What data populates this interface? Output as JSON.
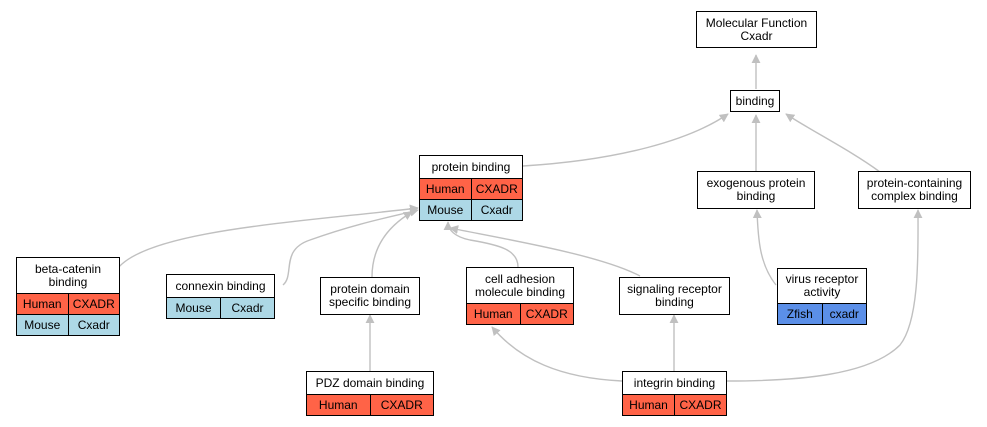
{
  "colors": {
    "human": "#ff6347",
    "mouse": "#add8e6",
    "zfish": "#5b8fe8",
    "edge": "#c0c0c0"
  },
  "nodes": {
    "mf": {
      "title": "Molecular Function\nCxadr",
      "rows": []
    },
    "binding": {
      "title": "binding",
      "rows": []
    },
    "protein_binding": {
      "title": "protein binding",
      "rows": [
        {
          "species": "Human",
          "gene": "CXADR",
          "color": "human"
        },
        {
          "species": "Mouse",
          "gene": "Cxadr",
          "color": "mouse"
        }
      ]
    },
    "exogenous": {
      "title": "exogenous protein\nbinding",
      "rows": []
    },
    "complex": {
      "title": "protein-containing\ncomplex binding",
      "rows": []
    },
    "beta_catenin": {
      "title": "beta-catenin\nbinding",
      "rows": [
        {
          "species": "Human",
          "gene": "CXADR",
          "color": "human"
        },
        {
          "species": "Mouse",
          "gene": "Cxadr",
          "color": "mouse"
        }
      ]
    },
    "connexin": {
      "title": "connexin binding",
      "rows": [
        {
          "species": "Mouse",
          "gene": "Cxadr",
          "color": "mouse"
        }
      ]
    },
    "pdomain": {
      "title": "protein domain\nspecific binding",
      "rows": []
    },
    "cell_adhesion": {
      "title": "cell adhesion\nmolecule binding",
      "rows": [
        {
          "species": "Human",
          "gene": "CXADR",
          "color": "human"
        }
      ]
    },
    "signaling": {
      "title": "signaling receptor\nbinding",
      "rows": []
    },
    "virus": {
      "title": "virus receptor\nactivity",
      "rows": [
        {
          "species": "Zfish",
          "gene": "cxadr",
          "color": "zfish"
        }
      ]
    },
    "pdz": {
      "title": "PDZ domain binding",
      "rows": [
        {
          "species": "Human",
          "gene": "CXADR",
          "color": "human"
        }
      ]
    },
    "integrin": {
      "title": "integrin binding",
      "rows": [
        {
          "species": "Human",
          "gene": "CXADR",
          "color": "human"
        }
      ]
    }
  }
}
